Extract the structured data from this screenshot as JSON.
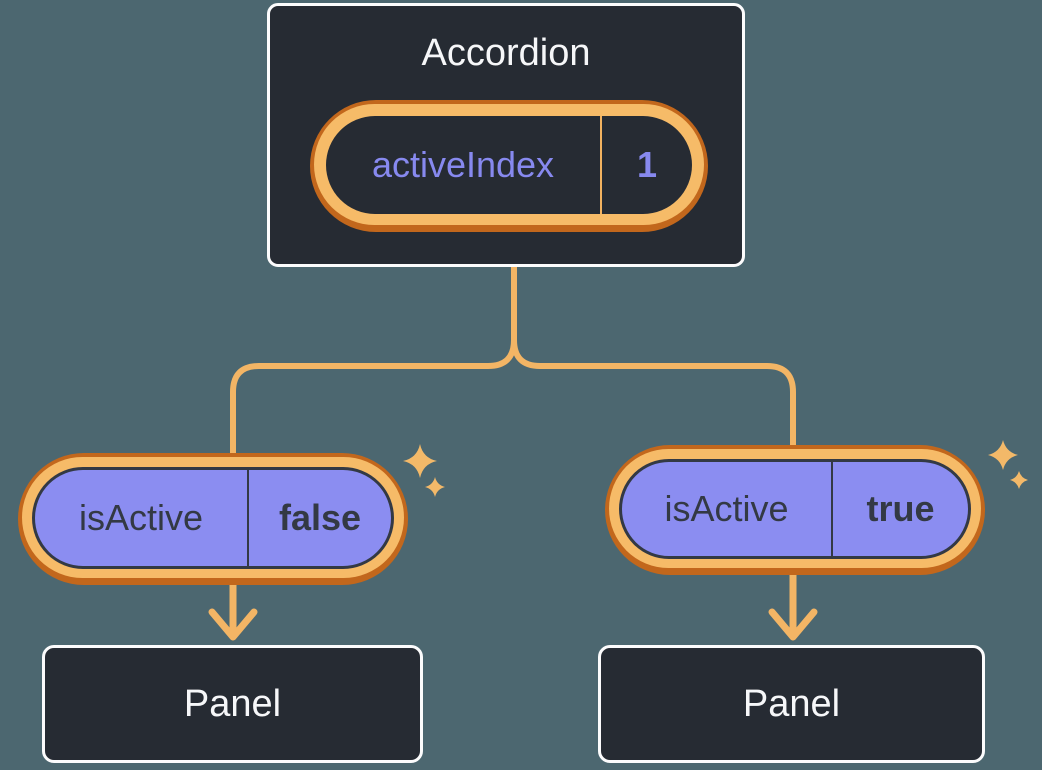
{
  "diagram": {
    "background_color": "#4C6770",
    "palette": {
      "node_fill": "#262B33",
      "node_border": "#FCFCFD",
      "text_light": "#F6F7F9",
      "text_dark": "#333944",
      "state_purple_text": "#8789EF",
      "pill_active_fill": "#8B8DF1",
      "ring_orange_light": "#F6BB68",
      "ring_orange_dark": "#C2671C",
      "connector_orange": "#F3B565",
      "sparkle_orange": "#F3B969"
    },
    "accordion": {
      "title": "Accordion",
      "state_pill": {
        "label": "activeIndex",
        "value": "1"
      }
    },
    "children": [
      {
        "state_pill": {
          "label": "isActive",
          "value": "false"
        },
        "panel": {
          "title": "Panel"
        }
      },
      {
        "state_pill": {
          "label": "isActive",
          "value": "true"
        },
        "panel": {
          "title": "Panel"
        }
      }
    ]
  }
}
